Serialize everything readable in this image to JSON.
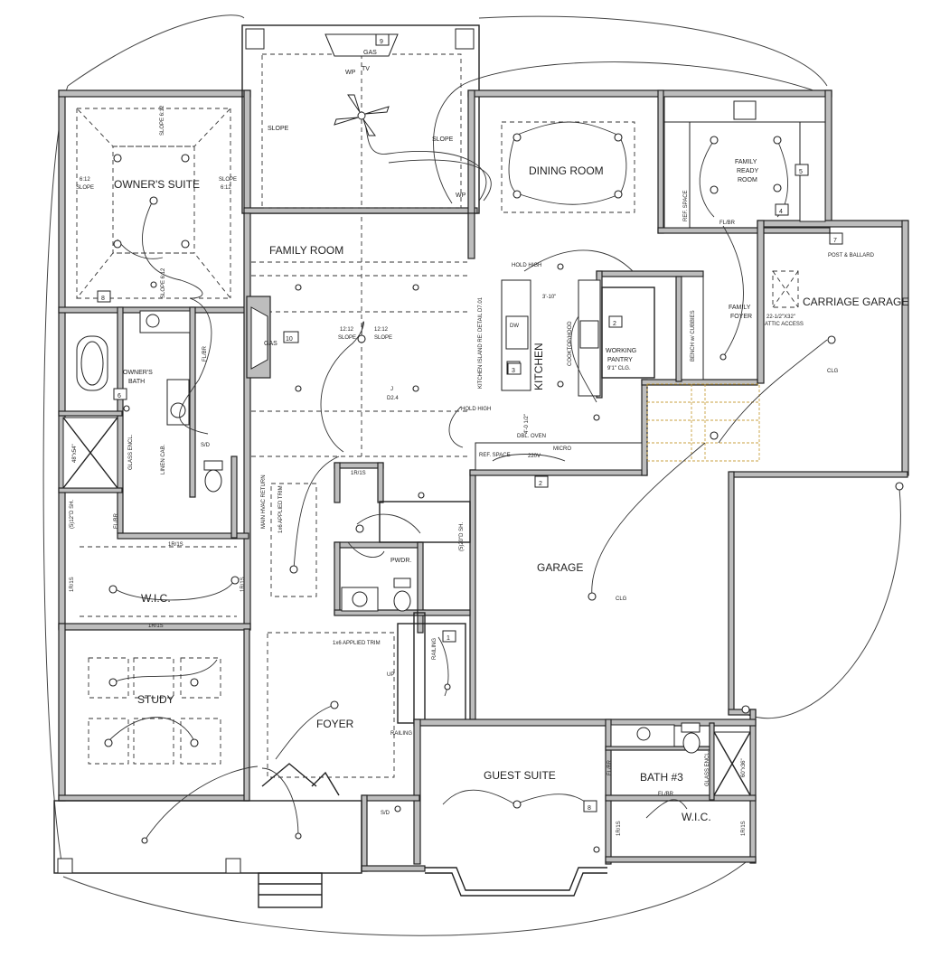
{
  "rooms": {
    "owners_suite": "OWNER'S SUITE",
    "family_room": "FAMILY ROOM",
    "dining_room": "DINING ROOM",
    "family_ready_room": [
      "FAMILY",
      "READY",
      "ROOM"
    ],
    "carriage_garage": "CARRIAGE GARAGE",
    "family_foyer": [
      "FAMILY",
      "FOYER"
    ],
    "kitchen": "KITCHEN",
    "working_pantry": [
      "WORKING",
      "PANTRY",
      "9'1\" CLG."
    ],
    "garage": "GARAGE",
    "wic_owner": "W.I.C.",
    "owners_bath": [
      "OWNER'S",
      "BATH"
    ],
    "pwdr": "PWDR.",
    "study": "STUDY",
    "foyer": "FOYER",
    "guest_suite": "GUEST SUITE",
    "bath3": "BATH #3",
    "wic_guest": "W.I.C."
  },
  "labels": {
    "gas": "GAS",
    "wp": "WP",
    "tv": "TV",
    "slope": "SLOPE",
    "slope_612": "SLOPE 6:12",
    "slope_612_left": [
      "6:12",
      "SLOPE"
    ],
    "slope_612_right": [
      "SLOPE",
      "6:12"
    ],
    "slope_1212": [
      "12:12",
      "SLOPE"
    ],
    "hold_high": "HOLD HIGH",
    "kitchen_island": "KITCHEN ISLAND RE: DETAIL D7.01",
    "dim_310": "3'-10\"",
    "dim_40": "4'-0 1/2\"",
    "cooktop_hood": "COOKTOP/HOOD",
    "ref_space": "REF. SPACE",
    "dbl_oven": "DBL. OVEN",
    "micro": "MICRO",
    "v220": "220V",
    "bench": "BENCH w/ CUBBIES",
    "attic_access": [
      "22-1/2\"X32\"",
      "ATTIC ACCESS"
    ],
    "post_ballard": "POST & BALLARD",
    "clg": "CLG",
    "fl_br": "FL/BR",
    "rs_1r1s": "1R/1S",
    "linen_cab": "LINEN CAB.",
    "glass_encl": "GLASS ENCL.",
    "shower_48": "48\"x54\"",
    "shower_60": "60\"x36\"",
    "sh_5_12": "(5)12\"D SH.",
    "sh_5_20": "(5)20\"D SH.",
    "main_hvac": [
      "MAIN HVAC RETURN",
      "1x6 APPLIED TRIM"
    ],
    "applied_trim": "1x6 APPLIED TRIM",
    "up": "UP",
    "railing": "RAILING",
    "j_d24": [
      "J",
      "D2.4"
    ],
    "sd": "S/D",
    "dw": "DW"
  },
  "tags": [
    "1",
    "2",
    "2",
    "3",
    "4",
    "5",
    "6",
    "7",
    "8",
    "8",
    "9",
    "10"
  ]
}
